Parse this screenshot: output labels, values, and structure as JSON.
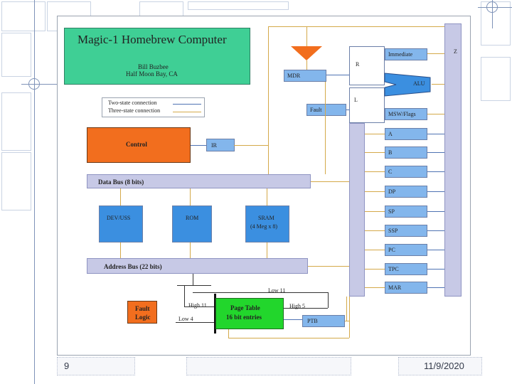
{
  "title": "Magic-1 Homebrew Computer",
  "author": "Bill Buzbee",
  "location": "Half Moon Bay, CA",
  "legend": {
    "two_state": "Two-state connection",
    "three_state": "Three-state connection"
  },
  "blocks": {
    "control": "Control",
    "ir": "IR",
    "mdr": "MDR",
    "r": "R",
    "l": "L",
    "z": "Z",
    "immediate": "Immediate",
    "alu": "ALU",
    "fault_reg": "Fault",
    "msw": "MSW/Flags",
    "data_bus": "Data Bus (8 bits)",
    "address_bus": "Address Bus (22 bits)",
    "dev_uss": "DEV/USS",
    "rom": "ROM",
    "sram_1": "SRAM",
    "sram_2": "(4 Meg x 8)",
    "fault_logic_1": "Fault",
    "fault_logic_2": "Logic",
    "page_table_1": "Page Table",
    "page_table_2": "16 bit entries",
    "ptb": "PTB",
    "low11": "Low 11",
    "high11": "High 11",
    "low4": "Low 4",
    "high5": "High 5"
  },
  "registers": [
    "A",
    "B",
    "C",
    "DP",
    "SP",
    "SSP",
    "PC",
    "TPC",
    "MAR"
  ],
  "footer": {
    "page_number": "9",
    "date": "11/9/2020"
  },
  "colors": {
    "title_box": "#3fcf95",
    "control": "#f26e1e",
    "register": "#3b8fe0",
    "bus": "#c7c9e6",
    "page_table": "#22d62c"
  }
}
